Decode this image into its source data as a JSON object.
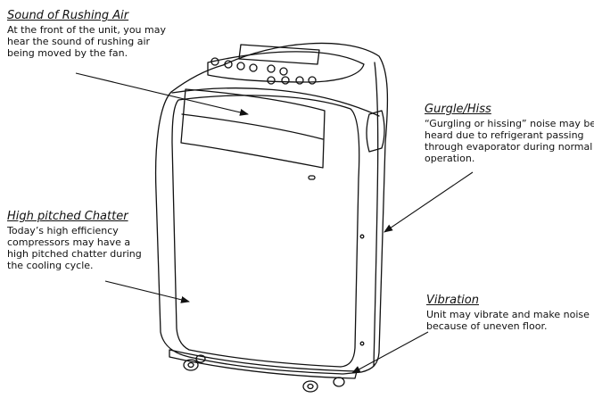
{
  "annotations": [
    {
      "id": "sound-of-rushing-air",
      "title": "Sound of Rushing Air",
      "lines": [
        "At the front of the unit, you may",
        "hear the sound of rushing air",
        "being moved by the fan."
      ]
    },
    {
      "id": "gurgle-hiss",
      "title": "Gurgle/Hiss",
      "lines": [
        "“Gurgling or hissing” noise may be",
        "heard due to refrigerant passing",
        "through evaporator during normal",
        "operation."
      ]
    },
    {
      "id": "high-pitched-chatter",
      "title": "High pitched Chatter",
      "lines": [
        "Today’s high efficiency",
        "compressors may have a",
        "high pitched chatter during",
        "the cooling cycle."
      ]
    },
    {
      "id": "vibration",
      "title": "Vibration",
      "lines": [
        "Unit may vibrate and make noise",
        "because of uneven floor."
      ]
    }
  ],
  "colors": {
    "line": "#111111",
    "background": "#ffffff"
  }
}
